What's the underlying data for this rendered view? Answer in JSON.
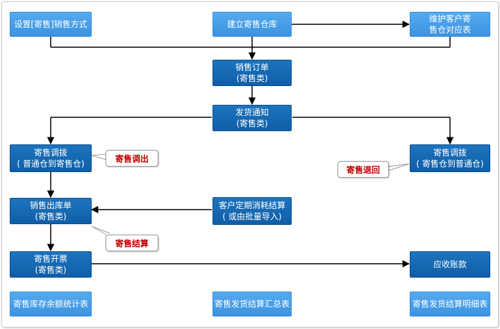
{
  "boxes": {
    "set_method": "设置[寄售]销售方式",
    "create_wh": "建立寄售仓库",
    "maintain_line1": "维护客户寄",
    "maintain_line2": "售仓对应表",
    "sales_order_line1": "销售订单",
    "sales_order_line2": "(寄售类)",
    "delivery_line1": "发货通知",
    "delivery_line2": "(寄售类)",
    "transfer_left_line1": "寄售调拨",
    "transfer_left_line2": "( 普通仓到寄售仓)",
    "transfer_right_line1": "寄售调拨",
    "transfer_right_line2": "( 寄售仓到普通仓)",
    "outbound_line1": "销售出库单",
    "outbound_line2": "(寄售类)",
    "consume_line1": "客户定期消耗结算",
    "consume_line2": "( 或由批量导入)",
    "invoice_line1": "寄售开票",
    "invoice_line2": "(寄售类)",
    "receivable": "应收账款",
    "report_stock": "寄售库存余额统计表",
    "report_summary": "寄售发货结算汇总表",
    "report_detail": "寄售发货结算明细表"
  },
  "callouts": {
    "transfer_out": "寄售调出",
    "return": "寄售退回",
    "settlement": "寄售结算"
  }
}
